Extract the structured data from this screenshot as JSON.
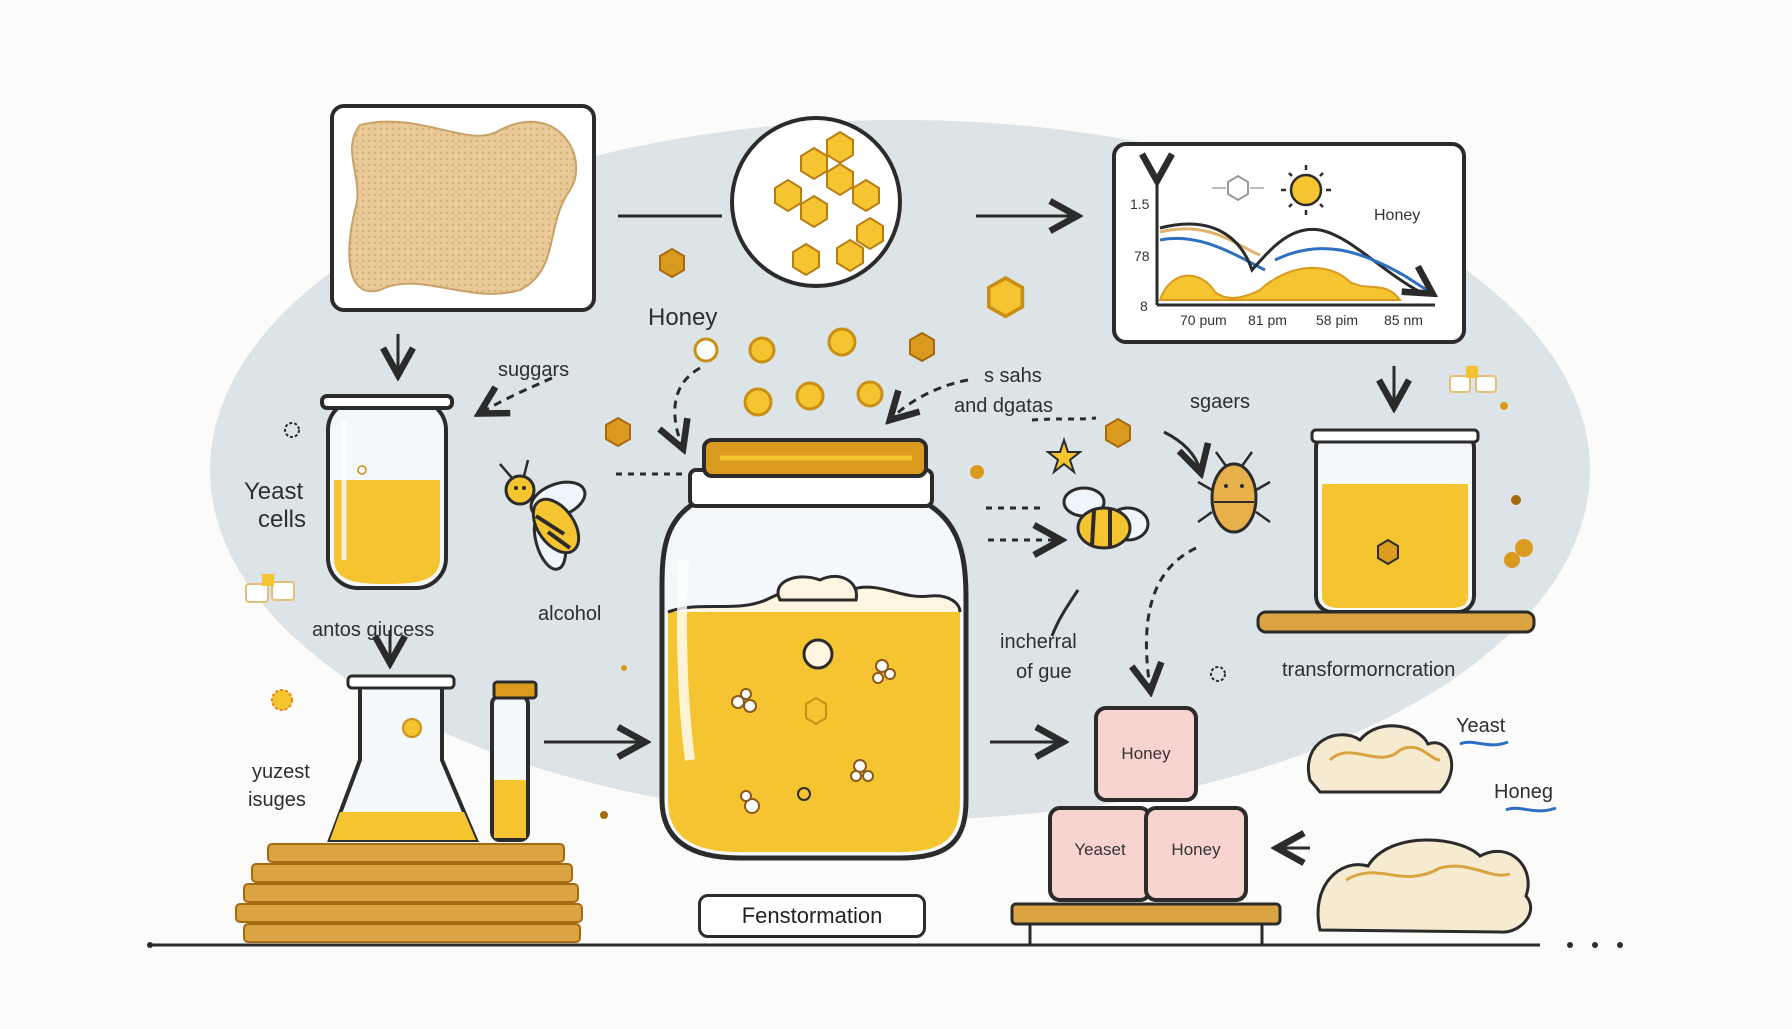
{
  "labels": {
    "honey_top": "Honey",
    "sugars_left": "suggars",
    "salts": "s sahs",
    "and_dgatas": "and dgatas",
    "sgaers": "sgaers",
    "yeast_cells_1": "Yeast",
    "yeast_cells_2": "cells",
    "alcohol": "alcohol",
    "antos_glucess": "antos giucess",
    "yuzest": "yuzest",
    "isuges": "isuges",
    "incherral": "incherral",
    "of_gue": "of gue",
    "transformation": "transformorncration",
    "yeast_right": "Yeast",
    "honey_right": "Honeg",
    "caption": "Fenstormation"
  },
  "chart_panel": {
    "legend": "Honey",
    "y_ticks": [
      "1.5",
      "78",
      "8"
    ],
    "x_ticks": [
      "70 pum",
      "81 pm",
      "58 pim",
      "85 nm"
    ]
  },
  "blocks": {
    "top": "Honey",
    "bottom_left": "Yeaset",
    "bottom_right": "Honey"
  },
  "colors": {
    "honey": "#f5c431",
    "honey_dark": "#d99a1d",
    "wood": "#d9a441",
    "background_blob": "#dde4e8",
    "outline": "#2b2b2b",
    "block_pink": "#f8d3d0",
    "accent_blue": "#2f6fc1"
  }
}
